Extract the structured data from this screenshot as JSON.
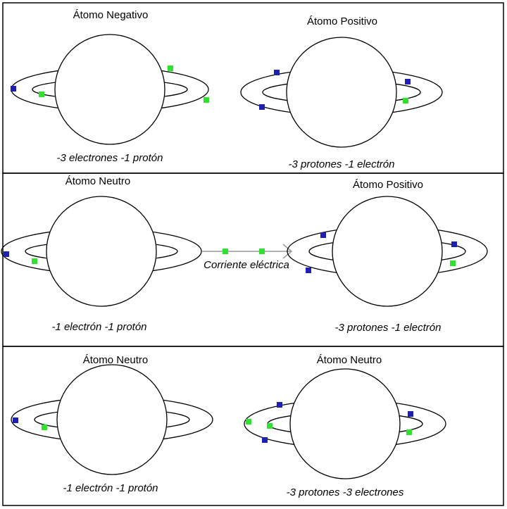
{
  "colors": {
    "proton": "#1f1fb4",
    "electron": "#2fe22f",
    "stroke": "#000000",
    "arrow": "#9a9a9a"
  },
  "panels": [
    {
      "atoms": [
        {
          "title": "Átomo Negativo",
          "caption": "-3 electrones  -1 protón"
        },
        {
          "title": "Átomo Positivo",
          "caption": "-3 protones  -1 electrón"
        }
      ]
    },
    {
      "atoms": [
        {
          "title": "Átomo  Neutro",
          "caption": "-1 electrón  -1 protón"
        },
        {
          "title": "Átomo Positivo",
          "caption": "-3 protones  -1 electrón"
        }
      ],
      "arrow_label": "Corriente eléctrica"
    },
    {
      "atoms": [
        {
          "title": "Átomo Neutro",
          "caption": "-1 electrón  -1 protón"
        },
        {
          "title": "Átomo Neutro",
          "caption": "-3 protones  -3 electrones"
        }
      ]
    }
  ]
}
